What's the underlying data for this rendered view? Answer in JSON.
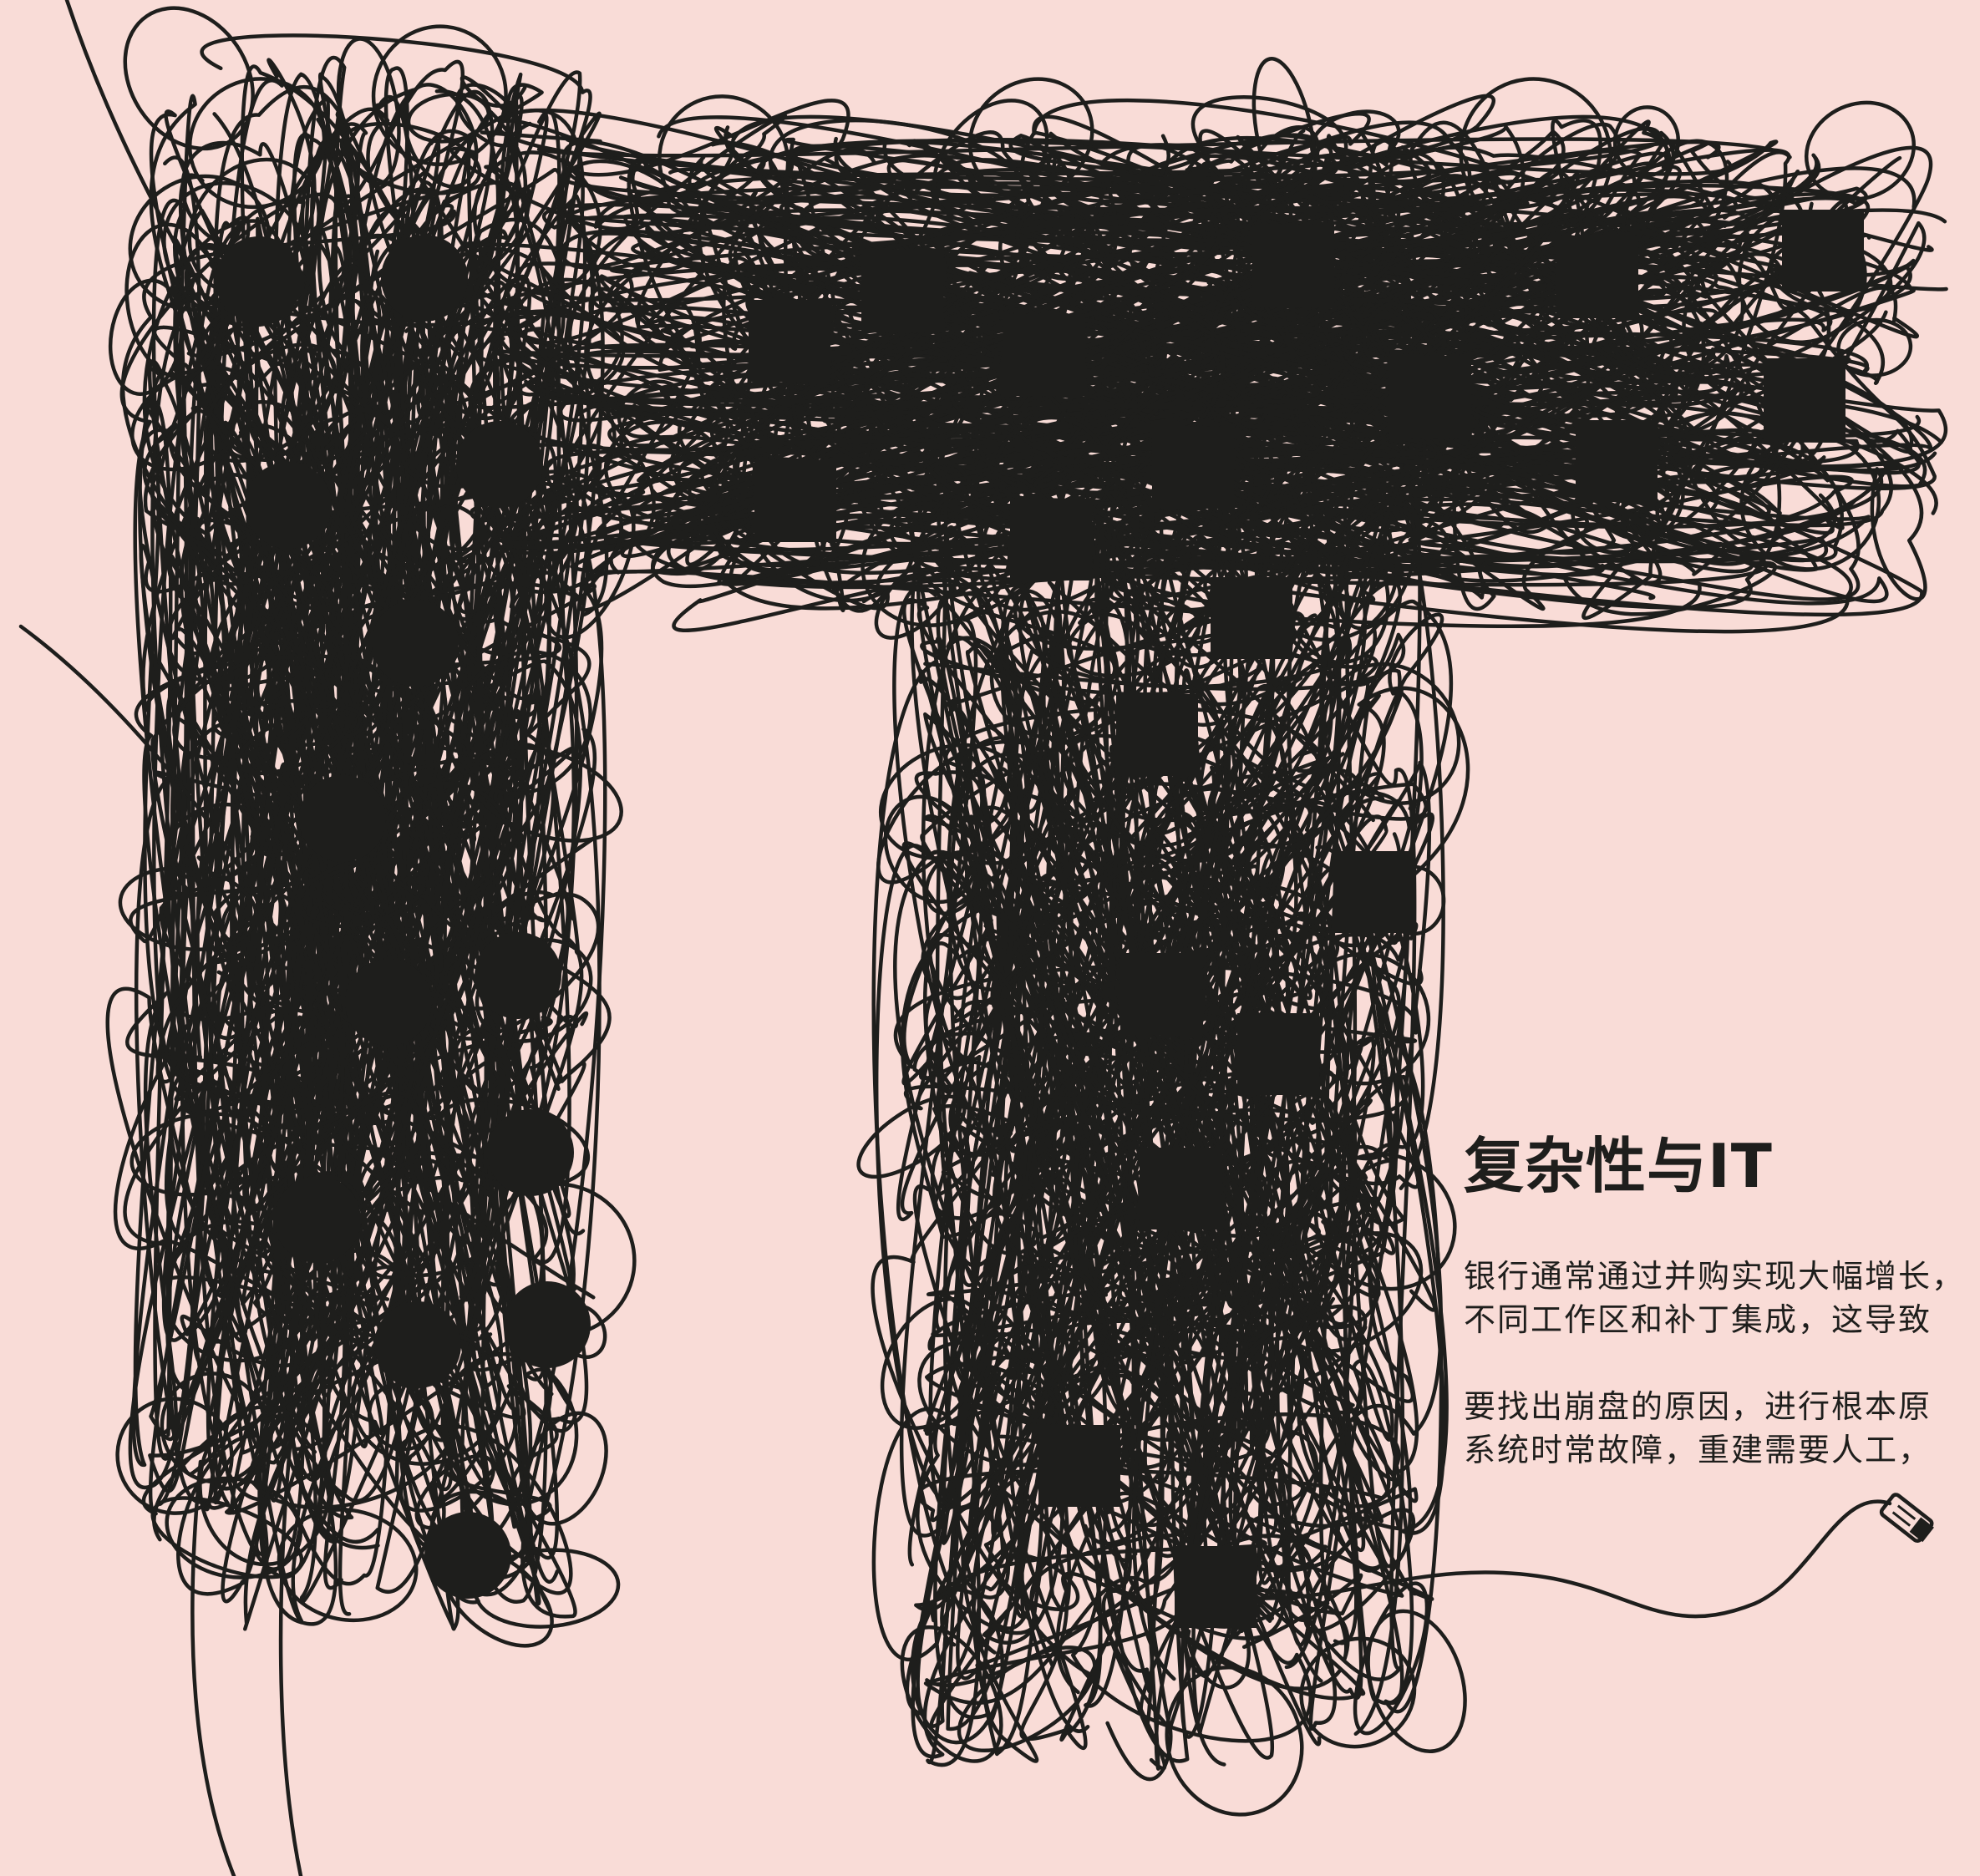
{
  "palette": {
    "background": "#f9dcd7",
    "ink": "#1e1e1c"
  },
  "heading": "复杂性与IT",
  "paragraphs": [
    {
      "lines": [
        "银行通常通过并购实现大幅增长，",
        "不同工作区和补丁集成，这导致"
      ]
    },
    {
      "lines": [
        "要找出崩盘的原因，进行根本原",
        "系统时常故障，重建需要人工，"
      ]
    }
  ],
  "icons": {
    "plug": "usb-plug-icon",
    "left_nodes": "circle-node-icon",
    "right_nodes": "square-node-icon"
  }
}
